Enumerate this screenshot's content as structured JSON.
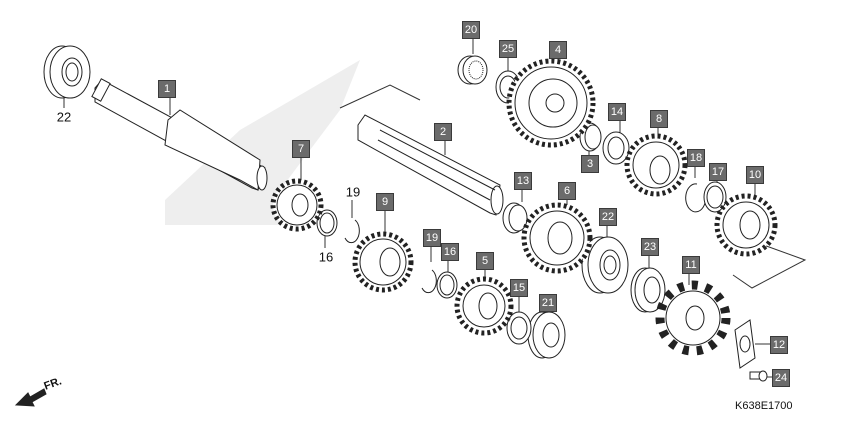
{
  "diagram": {
    "code": "K638E1700",
    "front_indicator": "FR.",
    "callouts": {
      "c1": "1",
      "c2": "2",
      "c3": "3",
      "c4": "4",
      "c5": "5",
      "c6": "6",
      "c7": "7",
      "c8": "8",
      "c9": "9",
      "c10": "10",
      "c11": "11",
      "c12": "12",
      "c13": "13",
      "c14": "14",
      "c15": "15",
      "c16": "16",
      "c17": "17",
      "c18": "18",
      "c19": "19",
      "c20": "20",
      "c21": "21",
      "c22": "22",
      "c23": "23",
      "c24": "24",
      "c25": "25"
    },
    "plain_labels": {
      "p22": "22",
      "p19": "19",
      "p16": "16"
    }
  }
}
